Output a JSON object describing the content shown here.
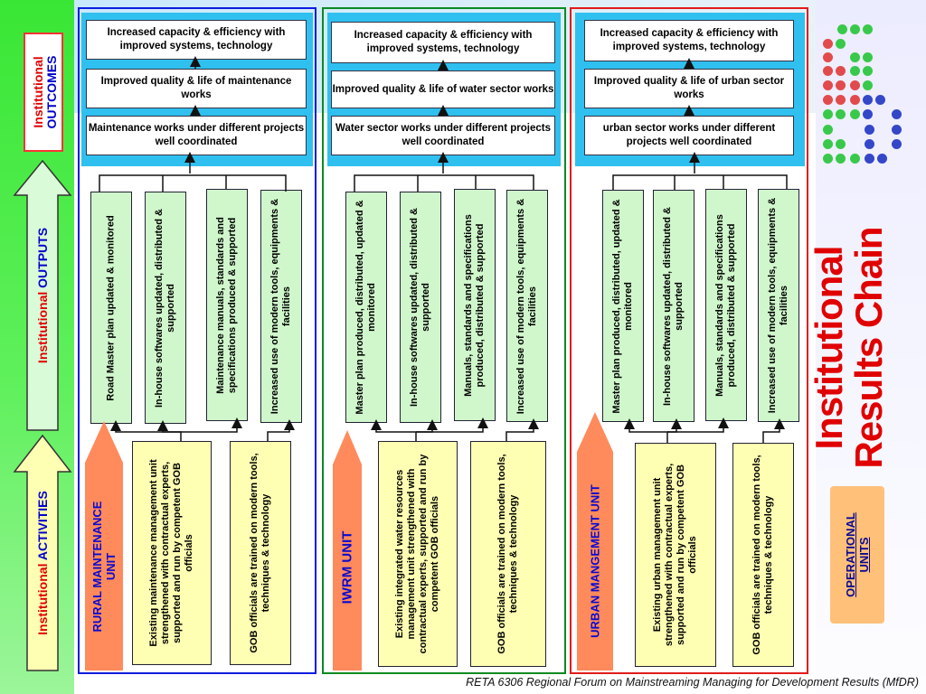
{
  "side": {
    "outcomes_line1": "Institutional",
    "outcomes_line2": "OUTCOMES",
    "outputs_prefix": "Institutional ",
    "outputs_word": "OUTPUTS",
    "activities_prefix": "Institutional ",
    "activities_word": "ACTIVITIES"
  },
  "units": {
    "rural": {
      "tag": [
        "RURAL MAINTENANCE",
        "UNIT"
      ],
      "outcomes": [
        "Increased capacity & efficiency with improved systems, technology",
        "Improved quality & life of maintenance works",
        "Maintenance works under different projects well coordinated"
      ],
      "outputs": [
        "Road Master plan updated & monitored",
        "In-house softwares updated, distributed & supported",
        "Maintenance manuals, standards and specifications produced & supported",
        "Increased use of modern tools, equipments & facilities"
      ],
      "activities": [
        "Existing maintenance management unit strengthened with contractual experts, supported and run by competent GOB officials",
        "GOB officials are trained on modern tools, techniques & technology"
      ]
    },
    "iwrm": {
      "tag": [
        "IWRM UNIT"
      ],
      "outcomes": [
        "Increased capacity & efficiency with improved systems, technology",
        "Improved quality & life of water sector works",
        "Water sector works under different projects well coordinated"
      ],
      "outputs": [
        "Master plan produced, distributed, updated & monitored",
        "In-house softwares updated, distributed & supported",
        "Manuals, standards and specifications produced, distributed & supported",
        "Increased use of modern tools, equipments & facilities"
      ],
      "activities": [
        "Existing integrated water resources management unit strengthened with contractual experts, supported and run by competent GOB officials",
        "GOB officials are trained on modern tools, techniques & technology"
      ]
    },
    "urban": {
      "tag": [
        "URBAN MANGEMENT UNIT"
      ],
      "outcomes": [
        "Increased capacity & efficiency with improved systems, technology",
        "Improved quality & life of urban sector works",
        "urban sector works under different projects well coordinated"
      ],
      "outputs": [
        "Master plan produced, distributed, updated & monitored",
        "In-house softwares updated, distributed & supported",
        "Manuals, standards and specifications produced, distributed & supported",
        "Increased use of modern tools, equipments & facilities"
      ],
      "activities": [
        "Existing urban management unit strengthened with contractual experts, supported and run by competent GOB officials",
        "GOB officials are trained on modern tools, techniques & technology"
      ]
    }
  },
  "title": {
    "line1": "Institutional",
    "line2": "Results Chain"
  },
  "operational": {
    "line1": "OPERATIONAL",
    "line2": "UNITS"
  },
  "footer": "RETA 6306 Regional Forum on Mainstreaming Managing for Development Results (MfDR)",
  "colors": {
    "outcome_panel": "#2fc0f0",
    "output_box": "#d0f7cc",
    "activity_box": "#feffb3",
    "title_red": "#e00000",
    "unit_tag_orange": "#ff8a5c"
  }
}
